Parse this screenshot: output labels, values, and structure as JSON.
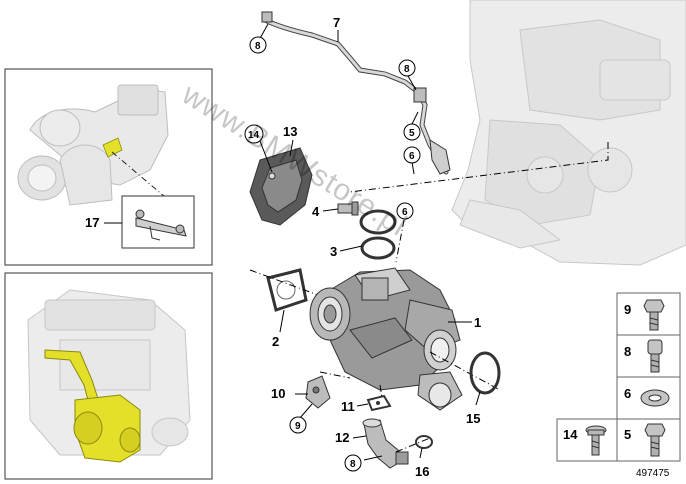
{
  "watermark": "www.BMWstore.pl",
  "document_number": "497475",
  "callouts": {
    "c1": "1",
    "c2": "2",
    "c3": "3",
    "c4": "4",
    "c5": "5",
    "c6a": "6",
    "c6b": "6",
    "c7": "7",
    "c8a": "8",
    "c8b": "8",
    "c8c": "8",
    "c9": "9",
    "c10": "10",
    "c11": "11",
    "c12": "12",
    "c13": "13",
    "c14": "14",
    "c15": "15",
    "c16": "16",
    "c17": "17"
  },
  "legend": {
    "r1": "9",
    "r2": "8",
    "r3": "6",
    "r4a": "14",
    "r4b": "5"
  },
  "colors": {
    "highlight": "#e4e02a",
    "outline": "#222222",
    "ghost": "#d6d6d6"
  }
}
